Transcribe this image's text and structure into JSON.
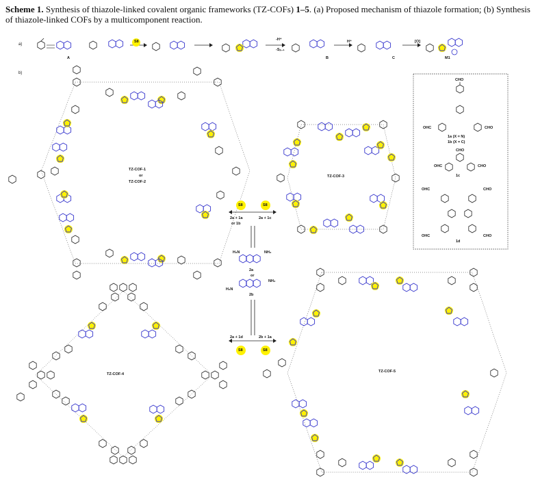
{
  "caption": {
    "bold": "Scheme 1.",
    "text": " Synthesis of thiazole-linked covalent organic frameworks (TZ-COFs) ",
    "bold2": "1–5",
    "text2": ". (a) Proposed mechanism of thiazole formation; (b) Synthesis of thiazole-linked COFs by a multicomponent reaction."
  },
  "panel_a": {
    "label": "a)",
    "reagent": "S8",
    "labels": [
      "A",
      "B",
      "C",
      "M1"
    ],
    "arrow_labels": [
      "-H⁺",
      "-Sₓ₋₁",
      "H⁺",
      "[O]"
    ]
  },
  "panel_b": {
    "label": "b)",
    "cof1": "TZ-COF-1",
    "cof1_or": "or",
    "cof2": "TZ-COF-2",
    "cof3": "TZ-COF-3",
    "cof4": "TZ-COF-4",
    "cof5": "TZ-COF-5",
    "reagent": "S8",
    "cond_top_left": "2a + 1a",
    "cond_top_left2": "or 1b",
    "cond_top_right": "2a + 1c",
    "cond_bot_left": "2a + 1d",
    "cond_bot_right": "2b + 1a",
    "amine_a": "2a",
    "amine_or": "or",
    "amine_b": "2b",
    "box_1a": "1a (X = N)",
    "box_1b": "1b (X = C)",
    "box_1c": "1c",
    "box_1d": "1d",
    "cho": "CHO",
    "ohc": "OHC",
    "nh2": "NH₂",
    "h2n": "H₂N",
    "colors": {
      "ring": "#3333cc",
      "sulfur": "#fff200",
      "bond": "#222222"
    }
  }
}
